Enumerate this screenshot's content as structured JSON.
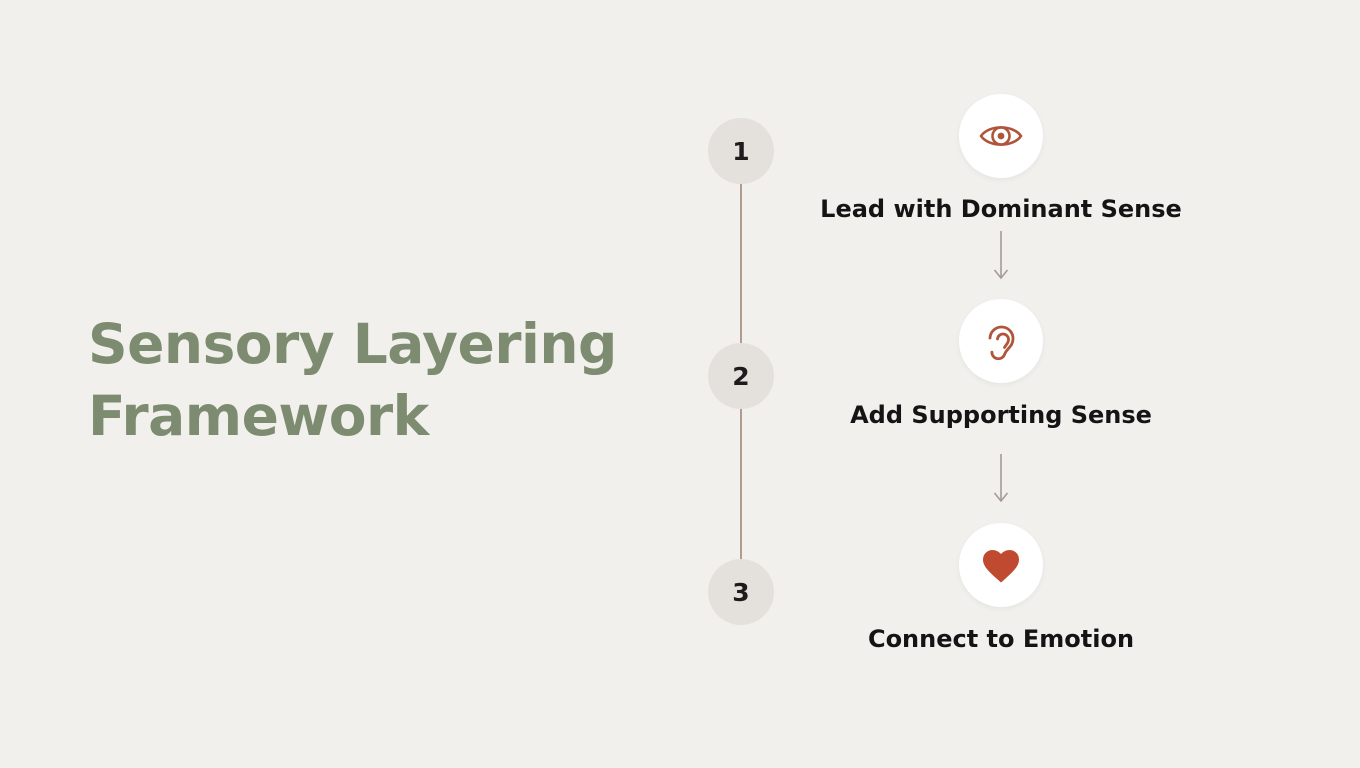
{
  "title": {
    "line1": "Sensory Layering",
    "line2": "Framework"
  },
  "steps": [
    {
      "number": "1",
      "label": "Lead with Dominant Sense",
      "icon": "eye-icon"
    },
    {
      "number": "2",
      "label": "Add Supporting Sense",
      "icon": "ear-icon"
    },
    {
      "number": "3",
      "label": "Connect to Emotion",
      "icon": "heart-icon"
    }
  ],
  "colors": {
    "background": "#f2f0ec",
    "title_green": "#7d8c70",
    "number_circle_bg": "#e4e1dc",
    "timeline_line": "#b39c8e",
    "icon_accent": "#b0543a",
    "heart_fill": "#c04a2f",
    "arrow": "#a49c94",
    "label_text": "#141414"
  }
}
